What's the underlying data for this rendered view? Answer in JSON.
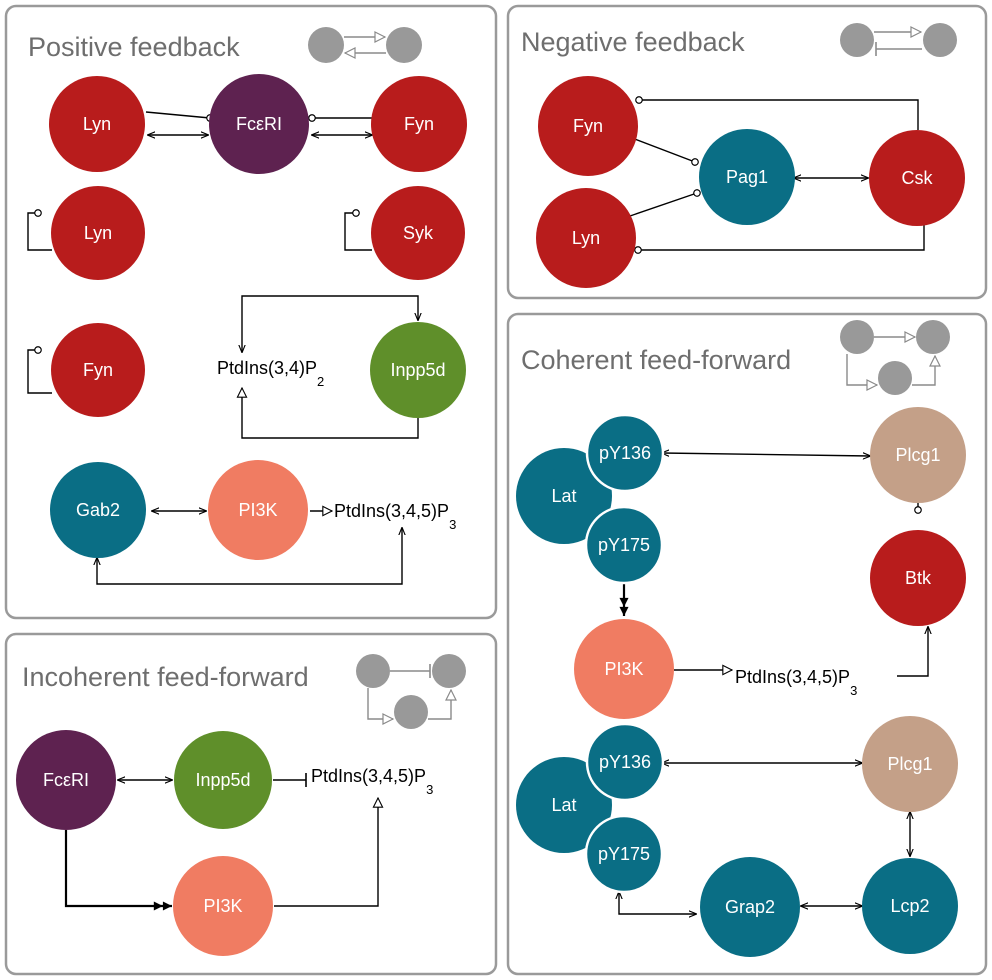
{
  "panels": {
    "positive": {
      "title": "Positive feedback"
    },
    "negative": {
      "title": "Negative feedback"
    },
    "coherent": {
      "title": "Coherent feed-forward"
    },
    "incoherent": {
      "title": "Incoherent feed-forward"
    }
  },
  "nodes": {
    "lyn": "Lyn",
    "fyn": "Fyn",
    "syk": "Syk",
    "fceri": "FcεRI",
    "inpp5d": "Inpp5d",
    "gab2": "Gab2",
    "pi3k": "PI3K",
    "pag1": "Pag1",
    "csk": "Csk",
    "lat": "Lat",
    "py136": "pY136",
    "py175": "pY175",
    "plcg1": "Plcg1",
    "btk": "Btk",
    "grap2": "Grap2",
    "lcp2": "Lcp2"
  },
  "molecules": {
    "pip2": {
      "base": "PtdIns(3,4)P",
      "sub": "2"
    },
    "pip3": {
      "base": "PtdIns(3,4,5)P",
      "sub": "3"
    }
  },
  "colors": {
    "red": "#b81c1c",
    "purple": "#5e2250",
    "teal": "#0a6e85",
    "salmon": "#f07c62",
    "green": "#5f8f2a",
    "tan": "#c4a088",
    "icon_gray": "#999999",
    "panel_border": "#9a9a9a",
    "title_gray": "#6e6e6e"
  }
}
